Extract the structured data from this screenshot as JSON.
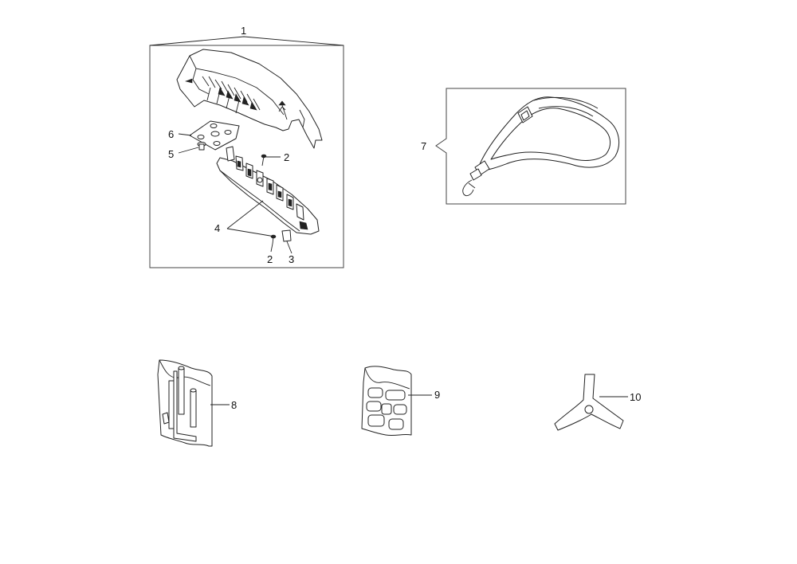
{
  "diagram": {
    "callouts": {
      "c1": "1",
      "c2a": "2",
      "c2b": "2",
      "c3": "3",
      "c4": "4",
      "c5": "5",
      "c6": "6",
      "c7": "7",
      "c8": "8",
      "c9": "9",
      "c10": "10"
    },
    "colors": {
      "line": "#222222",
      "background": "#ffffff"
    }
  }
}
